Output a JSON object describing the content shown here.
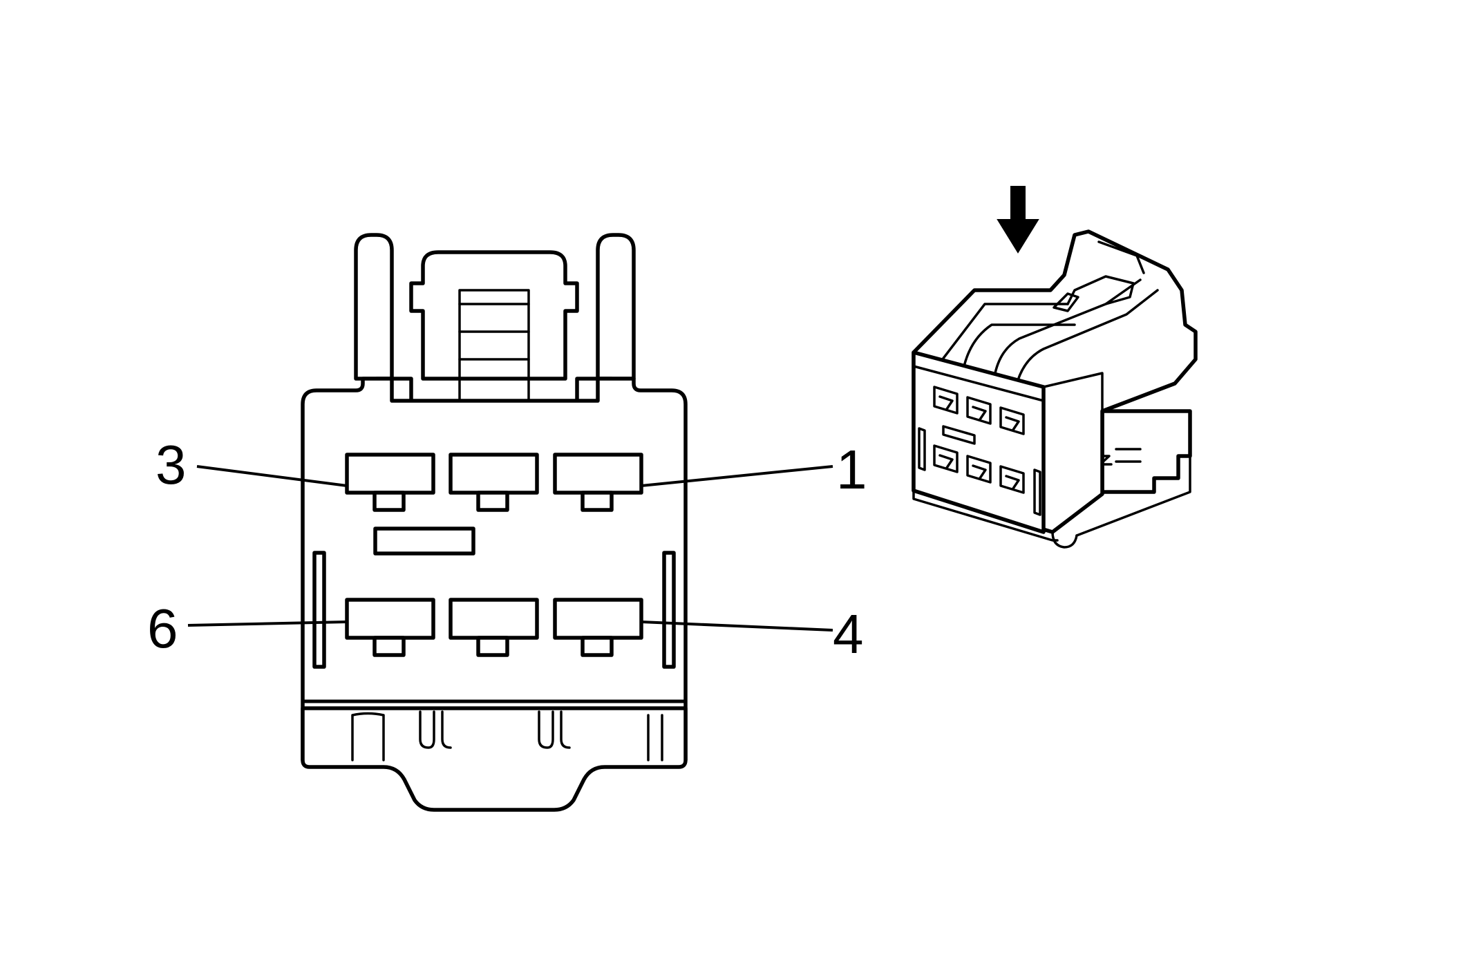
{
  "pin_labels": {
    "pin_3": "3",
    "pin_1": "1",
    "pin_6": "6",
    "pin_4": "4"
  },
  "colors": {
    "line": "#000000",
    "background": "#ffffff"
  },
  "icons": {
    "locator_arrow": "down-arrow-icon"
  }
}
